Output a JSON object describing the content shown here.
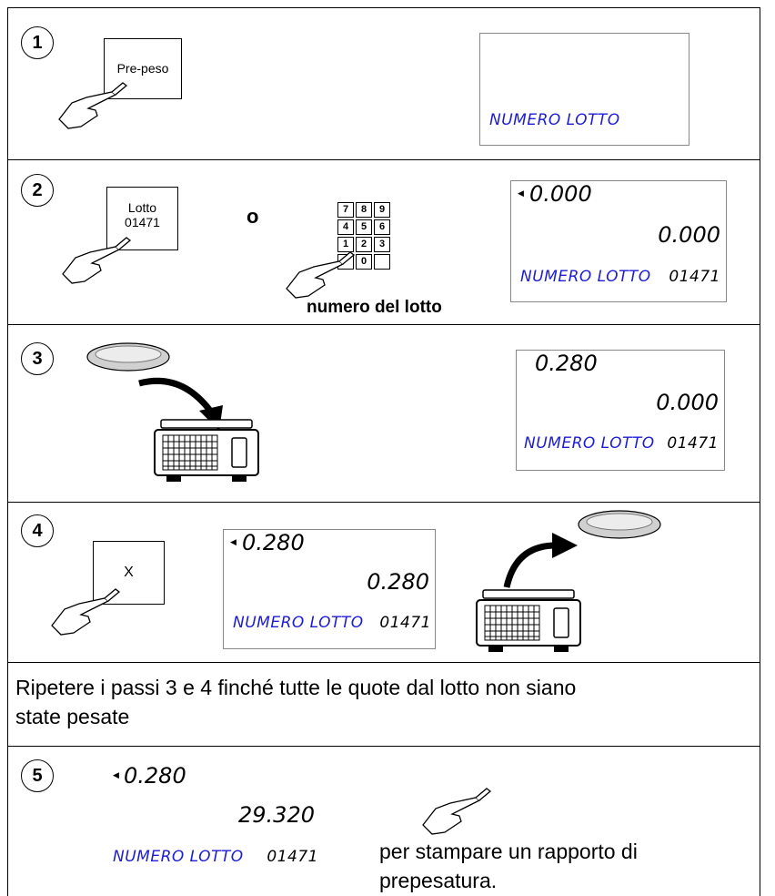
{
  "steps": [
    {
      "number": "1",
      "key": "Pre-peso",
      "display": {
        "label": "NUMERO LOTTO"
      }
    },
    {
      "number": "2",
      "key_line1": "Lotto",
      "key_line2": "01471",
      "or_text": "o",
      "keypad": [
        "7",
        "8",
        "9",
        "4",
        "5",
        "6",
        "1",
        "2",
        "3",
        "",
        "0",
        ""
      ],
      "keypad_caption": "numero del lotto",
      "display": {
        "top": "0.000",
        "middle": "0.000",
        "label": "NUMERO LOTTO",
        "lot": "01471"
      }
    },
    {
      "number": "3",
      "display": {
        "top": "0.280",
        "middle": "0.000",
        "label": "NUMERO LOTTO",
        "lot": "01471"
      }
    },
    {
      "number": "4",
      "key": "X",
      "display": {
        "top": "0.280",
        "middle": "0.280",
        "label": "NUMERO LOTTO",
        "lot": "01471"
      }
    },
    {
      "number": "5",
      "display": {
        "top": "0.280",
        "middle": "29.320",
        "label": "NUMERO LOTTO",
        "lot": "01471"
      },
      "text": "per stampare un rapporto di prepesatura."
    }
  ],
  "repeat_note": "Ripetere i passi 3 e 4 finché tutte le quote dal lotto non siano state pesate",
  "colors": {
    "lcd_label": "#1d1dd6",
    "tray": "#d0d0d0",
    "scale": "#000000"
  }
}
